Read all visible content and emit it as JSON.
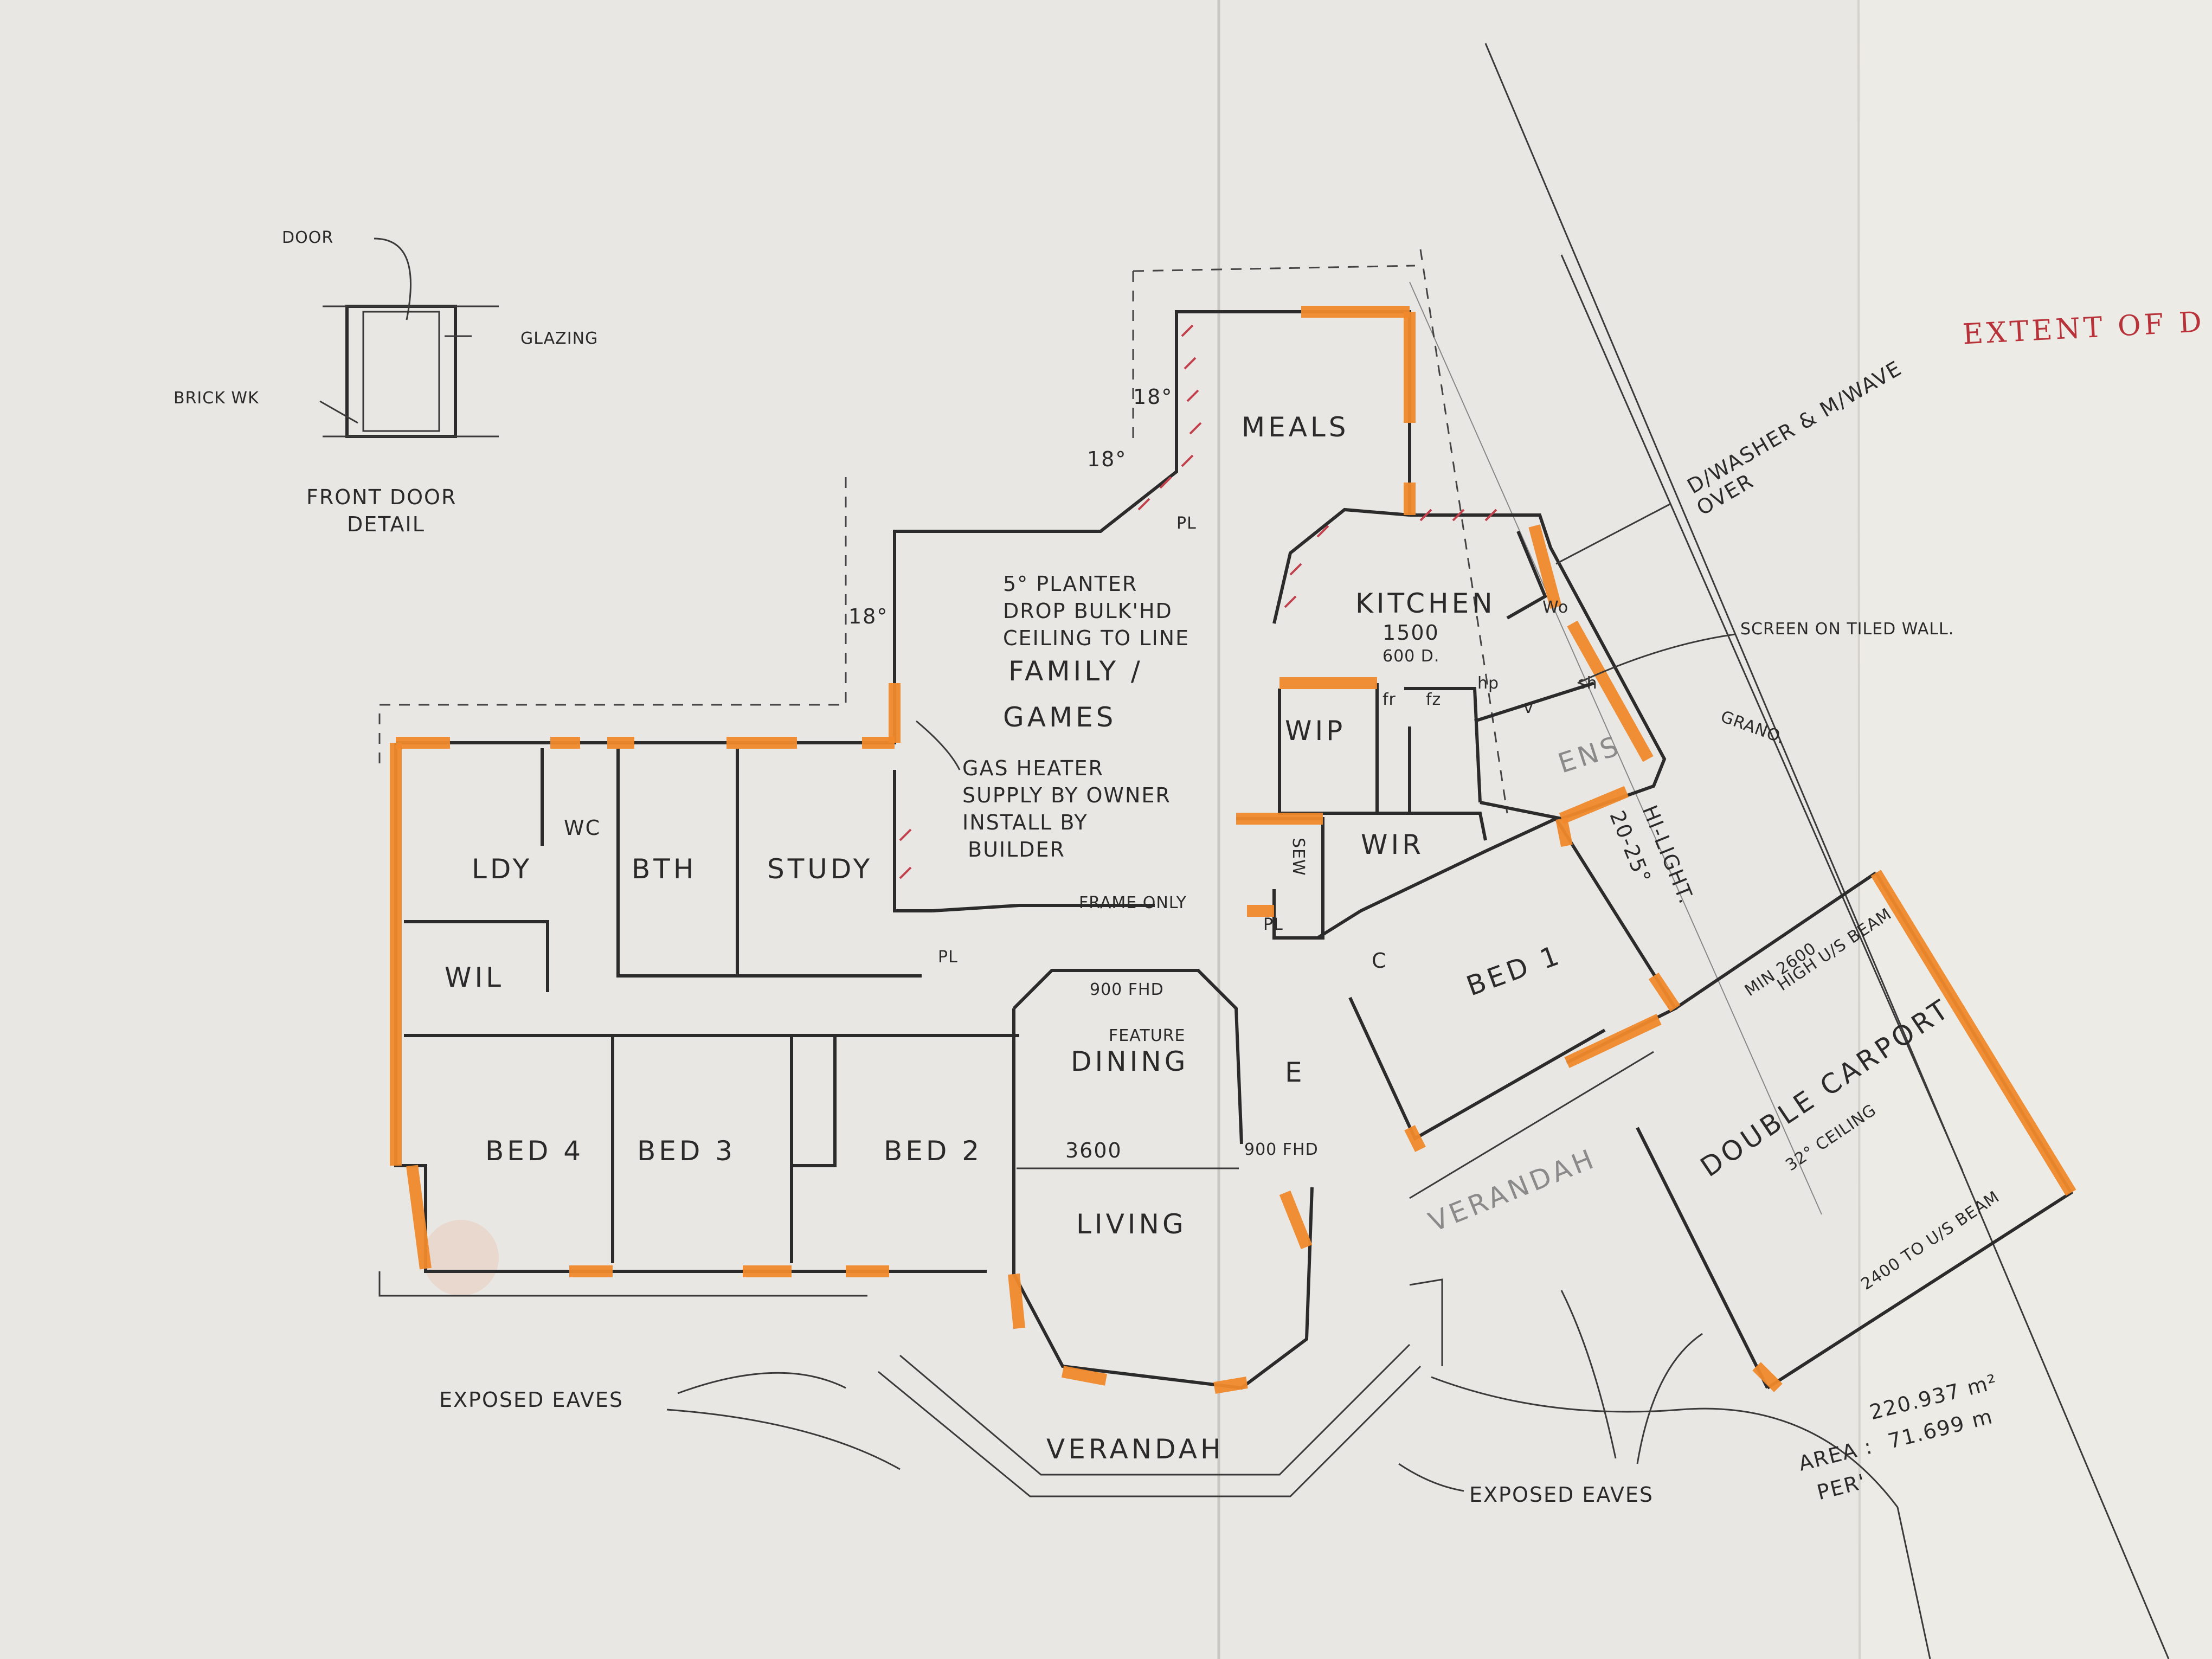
{
  "colors": {
    "paper": "#e8e7e3",
    "ink": "#2a2a2a",
    "highlight": "#f0892c",
    "red_note": "#b8323a"
  },
  "front_door_detail": {
    "door": "DOOR",
    "glazing": "GLAZING",
    "brickwork": "BRICK WK",
    "title_line1": "FRONT DOOR",
    "title_line2": "DETAIL"
  },
  "rooms": {
    "meals": "MEALS",
    "kitchen": "KITCHEN",
    "family_games_line1": "FAMILY /",
    "family_games_line2": "GAMES",
    "wip": "WIP",
    "wir": "WIR",
    "sew": "SEW",
    "ens": "ENS",
    "bed1": "BED 1",
    "ldy": "LDY",
    "wc": "WC",
    "bth": "BTH",
    "study": "STUDY",
    "wil": "WIL",
    "bed4": "BED 4",
    "bed3": "BED 3",
    "bed2": "BED 2",
    "dining": "DINING",
    "living": "LIVING",
    "verandah_front": "VERANDAH",
    "verandah_side": "VERANDAH",
    "double_carport": "DOUBLE CARPORT",
    "entry": "E"
  },
  "annotations": {
    "planter_line1": "5° PLANTER",
    "planter_line2": "DROP BULK'HD",
    "planter_line3": "CEILING TO LINE",
    "gas_heater_line1": "GAS HEATER",
    "gas_heater_line2": "SUPPLY BY OWNER",
    "gas_heater_line3": "INSTALL BY",
    "gas_heater_line4": "BUILDER",
    "frame_only": "FRAME ONLY",
    "feature": "FEATURE",
    "fhd_top": "900 FHD",
    "fhd_side": "900 FHD",
    "dim_3600": "3600",
    "dim_1500": "1500",
    "dim_600d": "600 D.",
    "angle_18_a": "18°",
    "angle_18_b": "18°",
    "angle_18_c": "18°",
    "pl_a": "PL",
    "pl_b": "PL",
    "pl_c": "PL",
    "hp": "hp",
    "fr": "fr",
    "fz": "fz",
    "wo": "Wo",
    "sh": "sh",
    "v": "v",
    "c": "C",
    "dishwasher_line1": "D/WASHER & M/WAVE",
    "dishwasher_line2": "OVER",
    "screen_tiled": "SCREEN ON TILED WALL.",
    "grano": "GRANO.",
    "hilight_line1": "20-25°",
    "hilight_line2": "HI-LIGHT.",
    "min_2600_line1": "MIN 2600",
    "min_2600_line2": "HIGH U/S BEAM",
    "ceiling_32": "32° CEILING",
    "beam_2400": "2400 TO U/S BEAM",
    "exposed_eaves_left": "EXPOSED EAVES",
    "exposed_eaves_right": "EXPOSED EAVES",
    "extent_of": "EXTENT OF D"
  },
  "area_block": {
    "area_label": "AREA :",
    "area_value": "220.937 m²",
    "per_label": "PER'",
    "per_value": "71.699 m"
  }
}
